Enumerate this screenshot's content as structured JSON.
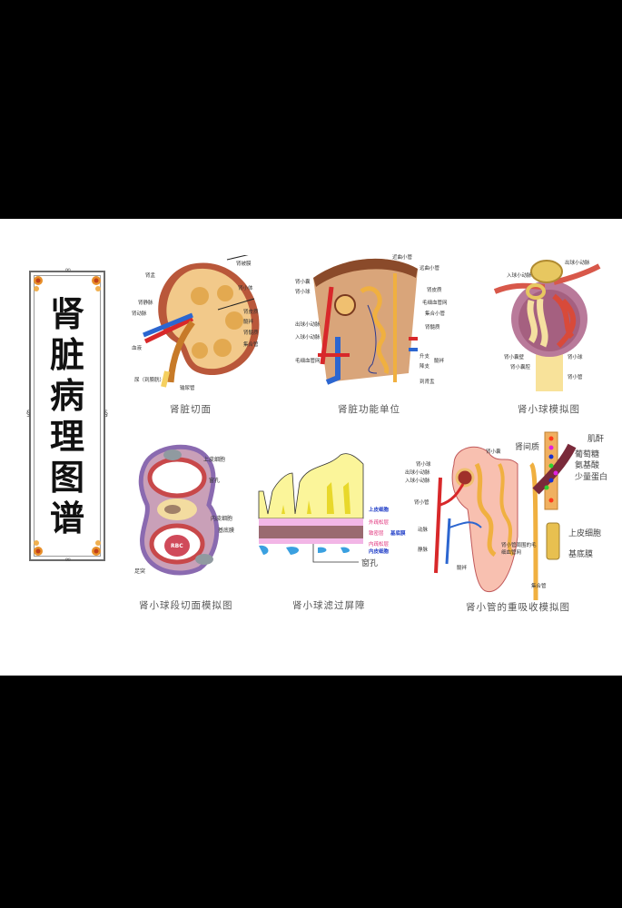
{
  "title": {
    "chars": [
      "肾",
      "脏",
      "病",
      "理",
      "图",
      "谱"
    ]
  },
  "panels": [
    {
      "id": "kidney-section",
      "caption": "肾脏切面",
      "labels": [
        "肾盂",
        "肾静脉",
        "肾动脉",
        "血液",
        "尿（到膀胱）",
        "输尿管",
        "肾被膜",
        "肾小体",
        "肾皮质",
        "髓袢",
        "肾髓质",
        "集合管"
      ]
    },
    {
      "id": "nephron-unit",
      "caption": "肾脏功能单位",
      "labels": [
        "肾小囊",
        "肾小球",
        "出球小动脉",
        "入球小动脉",
        "毛细血管网",
        "近曲小管",
        "远曲小管",
        "肾皮质",
        "毛细血管网",
        "集合小管",
        "肾髓质",
        "升支",
        "降支",
        "髓袢",
        "到肾盂"
      ]
    },
    {
      "id": "glomerulus-model",
      "caption": "肾小球模拟图",
      "labels": [
        "入球小动脉",
        "出球小动脉",
        "肾小囊壁",
        "肾小囊腔",
        "肾小球",
        "肾小管"
      ]
    },
    {
      "id": "glomerulus-cross-section",
      "caption": "肾小球段切面模拟图",
      "labels": [
        "上皮细胞",
        "窗孔",
        "内皮细胞",
        "基底膜",
        "RBC",
        "足突"
      ]
    },
    {
      "id": "filtration-barrier",
      "caption": "肾小球滤过屏障",
      "labels": [
        "上皮细胞",
        "外疏松层",
        "致密层",
        "内疏松层",
        "基底膜",
        "内皮细胞",
        "窗孔"
      ]
    },
    {
      "id": "tubule-reabsorption",
      "caption": "肾小管的重吸收模拟图",
      "labels": [
        "肾小球",
        "出球小动脉",
        "入球小动脉",
        "肾小囊",
        "肾小管",
        "动脉",
        "静脉",
        "髓袢",
        "肾小管周围的毛细血管网",
        "集合管",
        "肾间质",
        "肌酐",
        "葡萄糖",
        "氨基酸",
        "少量蛋白",
        "上皮细胞",
        "基底膜"
      ]
    }
  ],
  "colors": {
    "artery": "#d8282a",
    "vein": "#2c66d0",
    "tubule": "#f0b040",
    "tissue": "#f3c98a",
    "capsule": "#b9573a",
    "membrane_pink": "#f2b6e6",
    "epithelium_yellow": "#fbf59a"
  }
}
